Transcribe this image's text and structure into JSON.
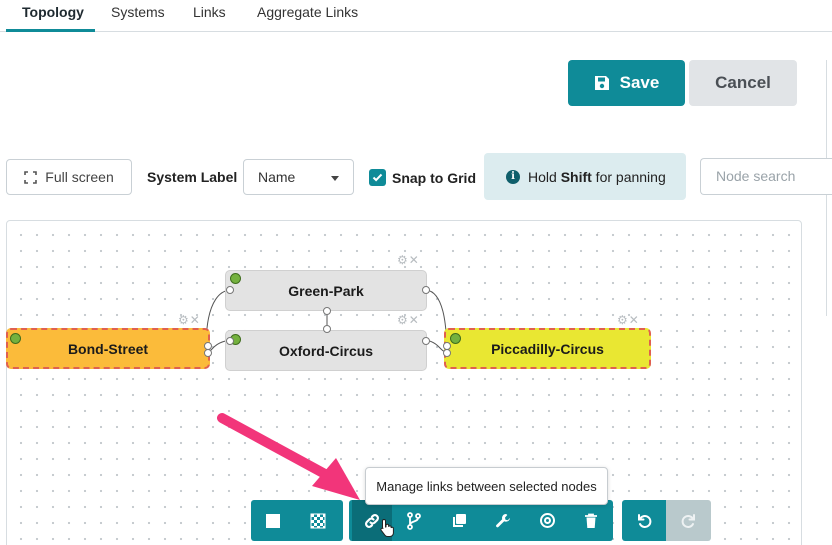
{
  "tabs": [
    {
      "label": "Topology",
      "active": true
    },
    {
      "label": "Systems",
      "active": false
    },
    {
      "label": "Links",
      "active": false
    },
    {
      "label": "Aggregate Links",
      "active": false
    }
  ],
  "actions": {
    "save_label": "Save",
    "cancel_label": "Cancel"
  },
  "toolbar": {
    "fullscreen_label": "Full screen",
    "system_label": "System Label",
    "system_label_value": "Name",
    "snap_label": "Snap to Grid",
    "snap_checked": true,
    "hint_prefix": "Hold ",
    "hint_key": "Shift",
    "hint_suffix": " for panning",
    "search_placeholder": "Node search"
  },
  "nodes": [
    {
      "label": "Green-Park",
      "color": "#e3e3e3"
    },
    {
      "label": "Bond-Street",
      "color": "#fbbb3a"
    },
    {
      "label": "Oxford-Circus",
      "color": "#e3e3e3"
    },
    {
      "label": "Piccadilly-Circus",
      "color": "#e9e732"
    }
  ],
  "bottom_toolbar": {
    "tooltip": "Manage links between selected nodes",
    "buttons": [
      "select-all",
      "select-none",
      "manage-links",
      "link-branch",
      "duplicate",
      "wrench",
      "target",
      "delete",
      "undo",
      "redo"
    ]
  },
  "colors": {
    "accent": "#0f8b98",
    "accent_dark": "#0b6d78",
    "hint_bg": "#dcecef",
    "arrow": "#f2357a",
    "selected_border": "#e0604f"
  }
}
